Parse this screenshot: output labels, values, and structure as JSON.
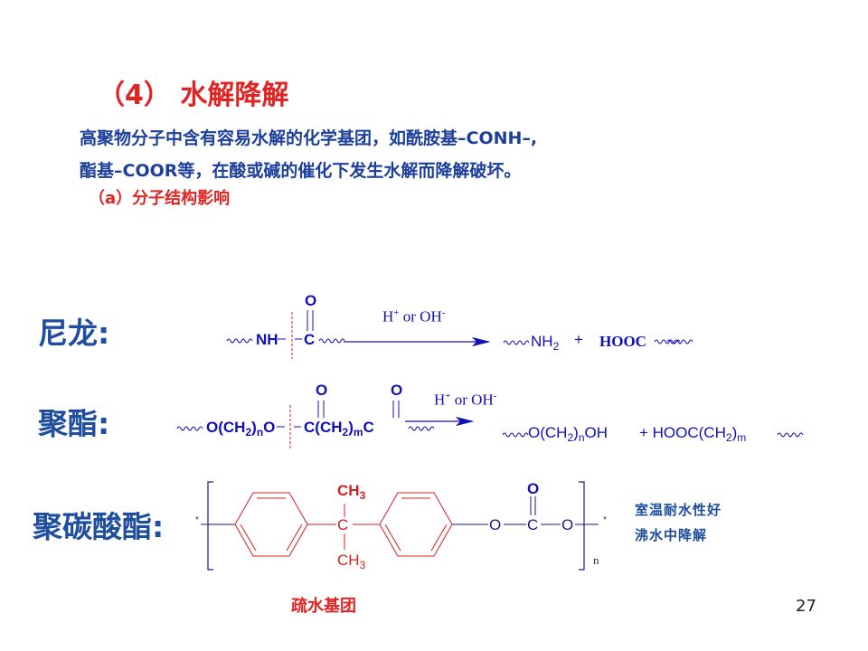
{
  "slide": {
    "title": "（4） 水解降解",
    "body_line1": "高聚物分子中含有容易水解的化学基团，如酰胺基–CONH–,",
    "body_line2": "酯基–COOR等，在酸或碱的催化下发生水解而降解破坏。",
    "subheading": "（a）分子结构影响",
    "page_number": "27"
  },
  "nylon": {
    "label": "尼龙:",
    "reactant_nh": "NH",
    "reactant_c": "C",
    "carbonyl_o": "O",
    "catalyst": [
      {
        "t": "H"
      },
      {
        "t": "+",
        "sup": true
      },
      {
        "t": " or OH"
      },
      {
        "t": "-",
        "sup": true
      }
    ],
    "product1": [
      {
        "t": "NH"
      },
      {
        "t": "2",
        "sub": true
      }
    ],
    "plus": "+",
    "product2": "HOOC"
  },
  "polyester": {
    "label": "聚酯:",
    "reactant_left": [
      {
        "t": "O(CH"
      },
      {
        "t": "2",
        "sub": true
      },
      {
        "t": ")"
      },
      {
        "t": "n",
        "sub": true
      },
      {
        "t": "O"
      }
    ],
    "reactant_right": [
      {
        "t": "C(CH"
      },
      {
        "t": "2",
        "sub": true
      },
      {
        "t": ")"
      },
      {
        "t": "m",
        "sub": true
      },
      {
        "t": "C"
      }
    ],
    "carbonyl_o1": "O",
    "carbonyl_o2": "O",
    "catalyst": [
      {
        "t": "H"
      },
      {
        "t": "+",
        "sup": true
      },
      {
        "t": " or OH"
      },
      {
        "t": "-",
        "sup": true
      }
    ],
    "product1": [
      {
        "t": "O(CH"
      },
      {
        "t": "2",
        "sub": true
      },
      {
        "t": ")"
      },
      {
        "t": "n",
        "sub": true
      },
      {
        "t": "OH"
      }
    ],
    "product2": [
      {
        "t": "+ HOOC(CH"
      },
      {
        "t": "2",
        "sub": true
      },
      {
        "t": ")"
      },
      {
        "t": "m",
        "sub": true
      }
    ]
  },
  "polycarbonate": {
    "label": "聚碳酸酯:",
    "ch3_top": "CH",
    "ch3_bottom": "CH",
    "three": "3",
    "c_center": "C",
    "o1": "O",
    "c_carbonate": "C",
    "o2": "O",
    "o_top": "O",
    "repeat_n": "n",
    "star": "*",
    "note1": "室温耐水性好",
    "note2": "沸水中降解",
    "hydrophobic_label": "疏水基团"
  },
  "colors": {
    "title_red": "#e02424",
    "text_blue": "#1d3f9c",
    "formula_blue": "#1010b8",
    "structure_red": "#d02020",
    "structure_navy": "#1a1a80"
  }
}
